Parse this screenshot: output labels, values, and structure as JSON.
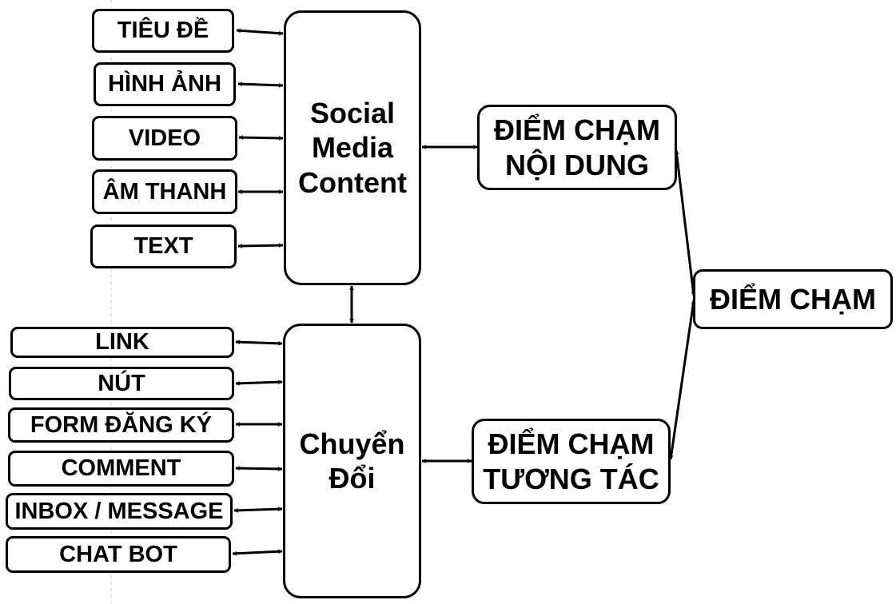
{
  "colors": {
    "stroke": "#000000",
    "background": "#ffffff",
    "guide": "#cccccc"
  },
  "nodes": {
    "tieu_de": "TIÊU ĐỀ",
    "hinh_anh": "HÌNH ẢNH",
    "video": "VIDEO",
    "am_thanh": "ÂM THANH",
    "text": "TEXT",
    "link": "LINK",
    "nut": "NÚT",
    "form_dang_ky": "FORM ĐĂNG KÝ",
    "comment": "COMMENT",
    "inbox": "INBOX / MESSAGE",
    "chat_bot": "CHAT BOT",
    "social_media_content": "Social\nMedia\nContent",
    "chuyen_doi": "Chuyển\nĐổi",
    "diem_cham_noi_dung": "ĐIỂM CHẠM\nNỘI DUNG",
    "diem_cham_tuong_tac": "ĐIỂM CHẠM\nTƯƠNG TÁC",
    "diem_cham": "ĐIỂM CHẠM"
  }
}
